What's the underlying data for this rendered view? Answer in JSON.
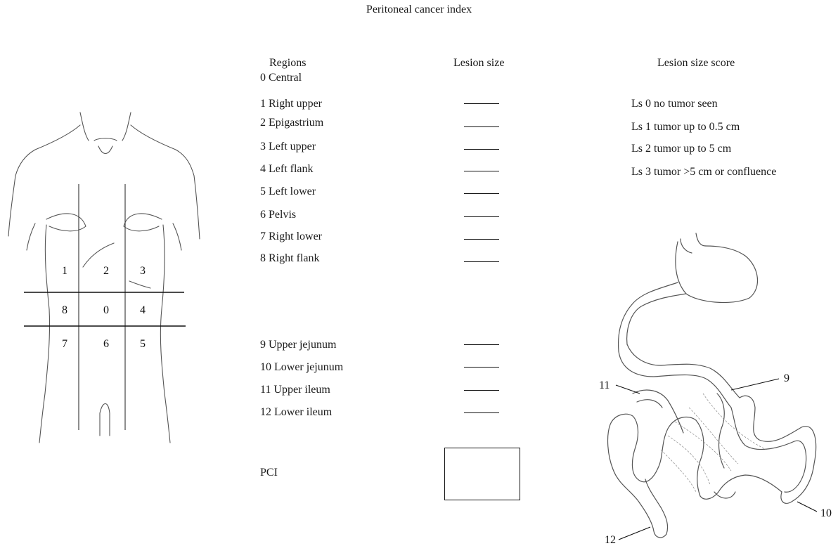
{
  "title": "Peritoneal cancer index",
  "headers": {
    "regions": "Regions",
    "lesion_size": "Lesion size",
    "lesion_size_score": "Lesion size score"
  },
  "abdomen_regions": [
    "0 Central",
    "1 Right upper",
    "2 Epigastrium",
    "3 Left upper",
    "4 Left flank",
    "5 Left lower",
    "6 Pelvis",
    "7 Right lower",
    "8 Right flank"
  ],
  "small_bowel_regions": [
    "9 Upper jejunum",
    "10 Lower jejunum",
    "11 Upper ileum",
    "12 Lower ileum"
  ],
  "scores": [
    "Ls 0 no tumor seen",
    "Ls 1 tumor up to 0.5 cm",
    "Ls 2 tumor up to 5 cm",
    "Ls 3 tumor >5 cm or confluence"
  ],
  "pci_label": "PCI",
  "torso_grid": {
    "row1": [
      "1",
      "2",
      "3"
    ],
    "row2": [
      "8",
      "0",
      "4"
    ],
    "row3": [
      "7",
      "6",
      "5"
    ]
  },
  "bowel_labels": [
    "9",
    "10",
    "11",
    "12"
  ]
}
